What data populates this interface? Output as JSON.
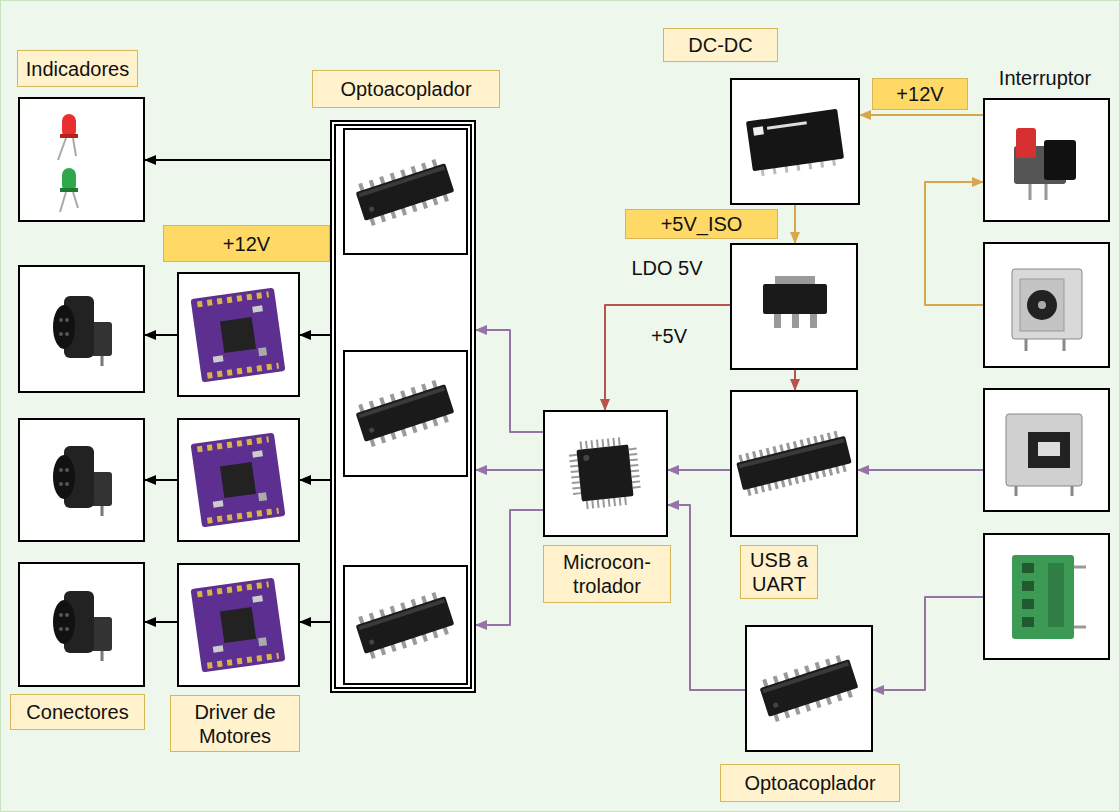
{
  "diagram": {
    "nodes": [
      {
        "text": [
          "Indicadores"
        ]
      },
      {
        "text": [
          "Optoacoplador"
        ]
      },
      {
        "text": [],
        "in": 1
      },
      {
        "text": [],
        "in": 1
      },
      {
        "text": [],
        "in": 1
      },
      {
        "text": []
      },
      {
        "text": []
      },
      {
        "text": [
          "Driver de Motores"
        ]
      },
      {
        "text": []
      },
      {
        "text": []
      },
      {
        "text": [
          "Conectores"
        ]
      },
      {
        "text": [
          "DC-DC"
        ]
      },
      {
        "text": [
          "Interruptor"
        ]
      },
      {
        "text": []
      },
      {
        "text": [
          "LDO 5V"
        ]
      },
      {
        "text": [
          "Microcon- trolador"
        ]
      },
      {
        "text": [
          "USB a UART"
        ]
      },
      {
        "text": []
      },
      {
        "text": []
      },
      {
        "text": [
          "Optoacoplador"
        ]
      }
    ],
    "edges": [
      {
        "from": 1,
        "to": 0,
        "arrow": "to"
      },
      {
        "from": 1,
        "to": 5,
        "arrow": "to"
      },
      {
        "from": 1,
        "to": 6,
        "arrow": "to"
      },
      {
        "from": 1,
        "to": 7,
        "arrow": "to"
      },
      {
        "from": 5,
        "to": 8,
        "arrow": "to"
      },
      {
        "from": 6,
        "to": 9,
        "arrow": "to"
      },
      {
        "from": 7,
        "to": 10,
        "arrow": "to"
      },
      {
        "from": 12,
        "to": 11,
        "label": "+12V",
        "arrow": "to"
      },
      {
        "from": 13,
        "to": 12,
        "arrow": "to"
      },
      {
        "from": 11,
        "to": 14,
        "label": "+5V_ISO",
        "arrow": "to"
      },
      {
        "from": 14,
        "to": 15,
        "label": "+5V",
        "arrow": "to"
      },
      {
        "from": 14,
        "to": 16,
        "arrow": "to"
      },
      {
        "from": 17,
        "to": 16,
        "arrow": "to"
      },
      {
        "from": 16,
        "to": 15,
        "arrow": "to"
      },
      {
        "from": 15,
        "to": 1,
        "arrow": "to"
      },
      {
        "from": 15,
        "to": 1,
        "arrow": "to"
      },
      {
        "from": 15,
        "to": 1,
        "arrow": "to"
      },
      {
        "from": 18,
        "to": 19,
        "arrow": "to"
      },
      {
        "from": 19,
        "to": 15,
        "arrow": "to"
      }
    ],
    "labels": [
      "+12V"
    ]
  }
}
